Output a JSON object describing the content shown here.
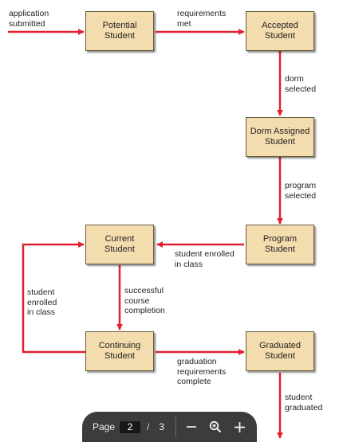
{
  "diagram": {
    "states": {
      "potential": "Potential\nStudent",
      "accepted": "Accepted\nStudent",
      "dorm": "Dorm Assigned\nStudent",
      "program": "Program\nStudent",
      "current": "Current\nStudent",
      "continuing": "Continuing\nStudent",
      "graduated": "Graduated\nStudent"
    },
    "transitions": {
      "application_submitted": "application\nsubmitted",
      "requirements_met": "requirements\nmet",
      "dorm_selected": "dorm\nselected",
      "program_selected": "program\nselected",
      "student_enrolled_right": "student enrolled\nin class",
      "successful_completion": "successful\ncourse\ncompletion",
      "student_enrolled_left": "student\nenrolled\nin class",
      "graduation_requirements": "graduation\nrequirements\ncomplete",
      "student_graduated": "student\ngraduated"
    },
    "colors": {
      "arrow": "#e0202f",
      "box_fill": "#f3dcae",
      "box_border": "#6b5a3a"
    }
  },
  "toolbar": {
    "page_label": "Page",
    "current_page": "2",
    "separator": "/",
    "total_pages": "3",
    "zoom_out_icon": "minus-icon",
    "zoom_reset_icon": "magnifier-icon",
    "zoom_in_icon": "plus-icon"
  }
}
